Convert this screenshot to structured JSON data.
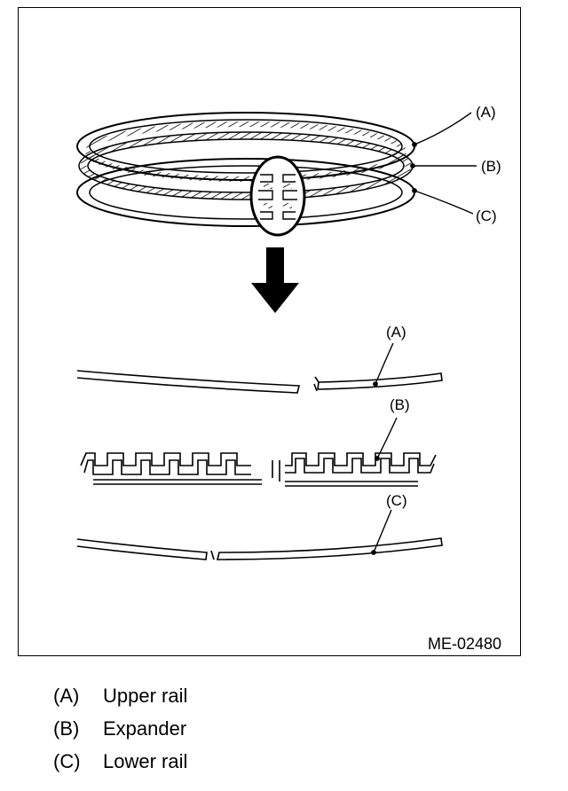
{
  "figure": {
    "code": "ME-02480",
    "callouts": {
      "a": "(A)",
      "b": "(B)",
      "c": "(C)"
    }
  },
  "legend": [
    {
      "key": "(A)",
      "text": "Upper rail"
    },
    {
      "key": "(B)",
      "text": "Expander"
    },
    {
      "key": "(C)",
      "text": "Lower rail"
    }
  ]
}
